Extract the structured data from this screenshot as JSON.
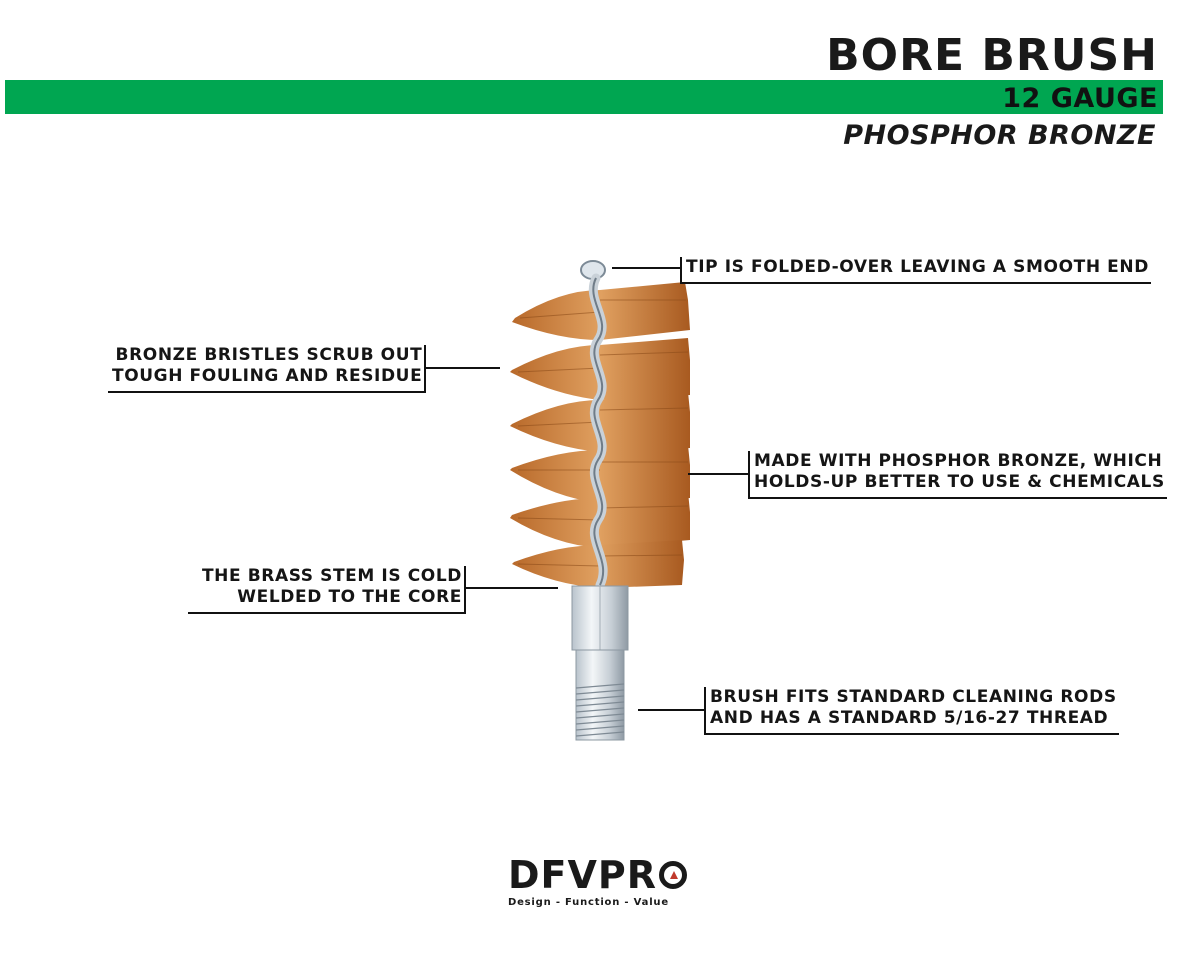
{
  "header": {
    "title": "BORE BRUSH",
    "gauge": "12 GAUGE",
    "material": "PHOSPHOR BRONZE"
  },
  "callouts": {
    "tip": [
      "TIP IS FOLDED-OVER LEAVING A SMOOTH END"
    ],
    "bristles": [
      "BRONZE BRISTLES SCRUB OUT",
      "TOUGH FOULING AND RESIDUE"
    ],
    "phosphor": [
      "MADE WITH PHOSPHOR BRONZE, WHICH",
      "HOLDS-UP BETTER TO USE & CHEMICALS"
    ],
    "stem": [
      "THE BRASS STEM IS COLD",
      "WELDED TO THE CORE"
    ],
    "thread": [
      "BRUSH FITS STANDARD CLEANING RODS",
      "AND HAS A  STANDARD 5/16-27 THREAD"
    ]
  },
  "logo": {
    "name_prefix": "DFVPR",
    "tagline": "Design - Function - Value"
  },
  "colors": {
    "accent_green": "#00a651",
    "bristle": "#c8803a",
    "logo_red": "#c0392b"
  }
}
